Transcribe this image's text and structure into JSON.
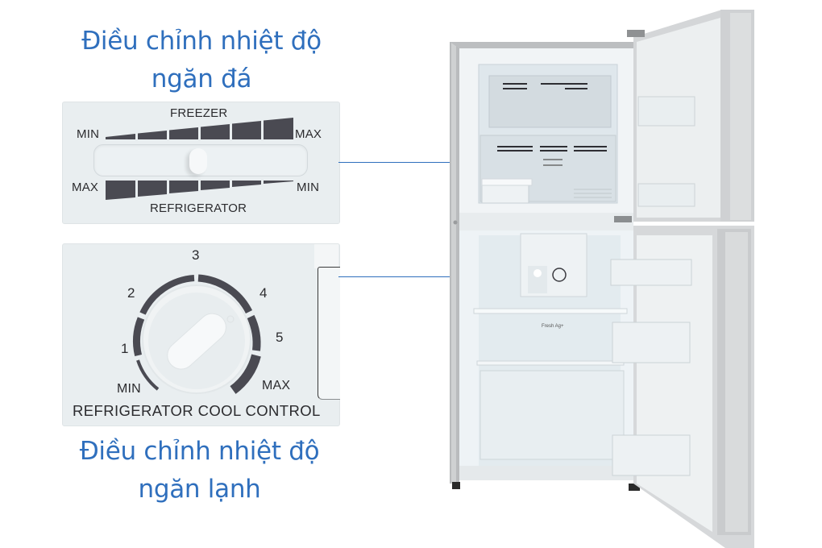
{
  "captions": {
    "freezer_control": {
      "line1": "Điều chỉnh nhiệt độ",
      "line2": "ngăn đá"
    },
    "fridge_control": {
      "line1": "Điều chỉnh nhiệt độ",
      "line2": "ngăn lạnh"
    }
  },
  "freezer_panel": {
    "top_title": "FREEZER",
    "top_left": "MIN",
    "top_right": "MAX",
    "bottom_left": "MAX",
    "bottom_right": "MIN",
    "bottom_title": "REFRIGERATOR",
    "segments": 6
  },
  "dial_panel": {
    "numbers": [
      "1",
      "2",
      "3",
      "4",
      "5"
    ],
    "min_label": "MIN",
    "max_label": "MAX",
    "title": "REFRIGERATOR COOL CONTROL"
  },
  "fridge": {
    "crisper_label": "Fresh Ag+"
  },
  "colors": {
    "caption_blue": "#2f6fbd",
    "panel_bg": "#e9eef0",
    "segment_dark": "#4a4a52",
    "fridge_body": "#c9cbcd"
  }
}
